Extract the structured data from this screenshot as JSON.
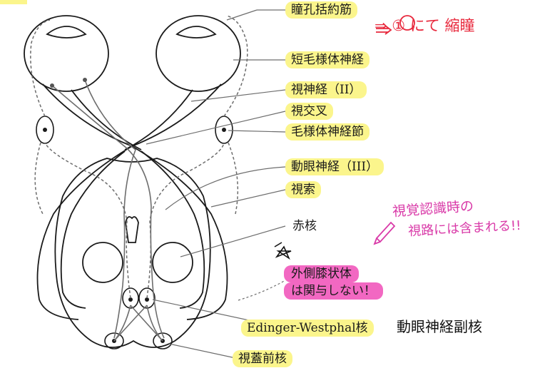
{
  "labels": {
    "sphincter": "瞳孔括約筋",
    "short_ciliary": "短毛様体神経",
    "optic_nerve": "視神経（II）",
    "chiasm": "視交叉",
    "ciliary_ganglion": "毛様体神経節",
    "oculomotor": "動眼神経（III）",
    "optic_tract": "視索",
    "red_nucleus": "赤核",
    "lgb_line1": "外側膝状体",
    "lgb_line2": "は関与しない！",
    "ew_nucleus": "Edinger-Westphal核",
    "pretectal": "視蓋前核"
  },
  "notes": {
    "miosis": "⇒ ① にて 縮瞳",
    "recognition_line1": "視覚認識時の",
    "recognition_line2": "視路には含まれる!!",
    "accessory": "動眼神経副核"
  },
  "colors": {
    "highlight": "#fbf58c",
    "pink": "#f268c2",
    "red_ink": "#e8283c",
    "magenta_ink": "#d93aa8",
    "black_ink": "#111111"
  }
}
